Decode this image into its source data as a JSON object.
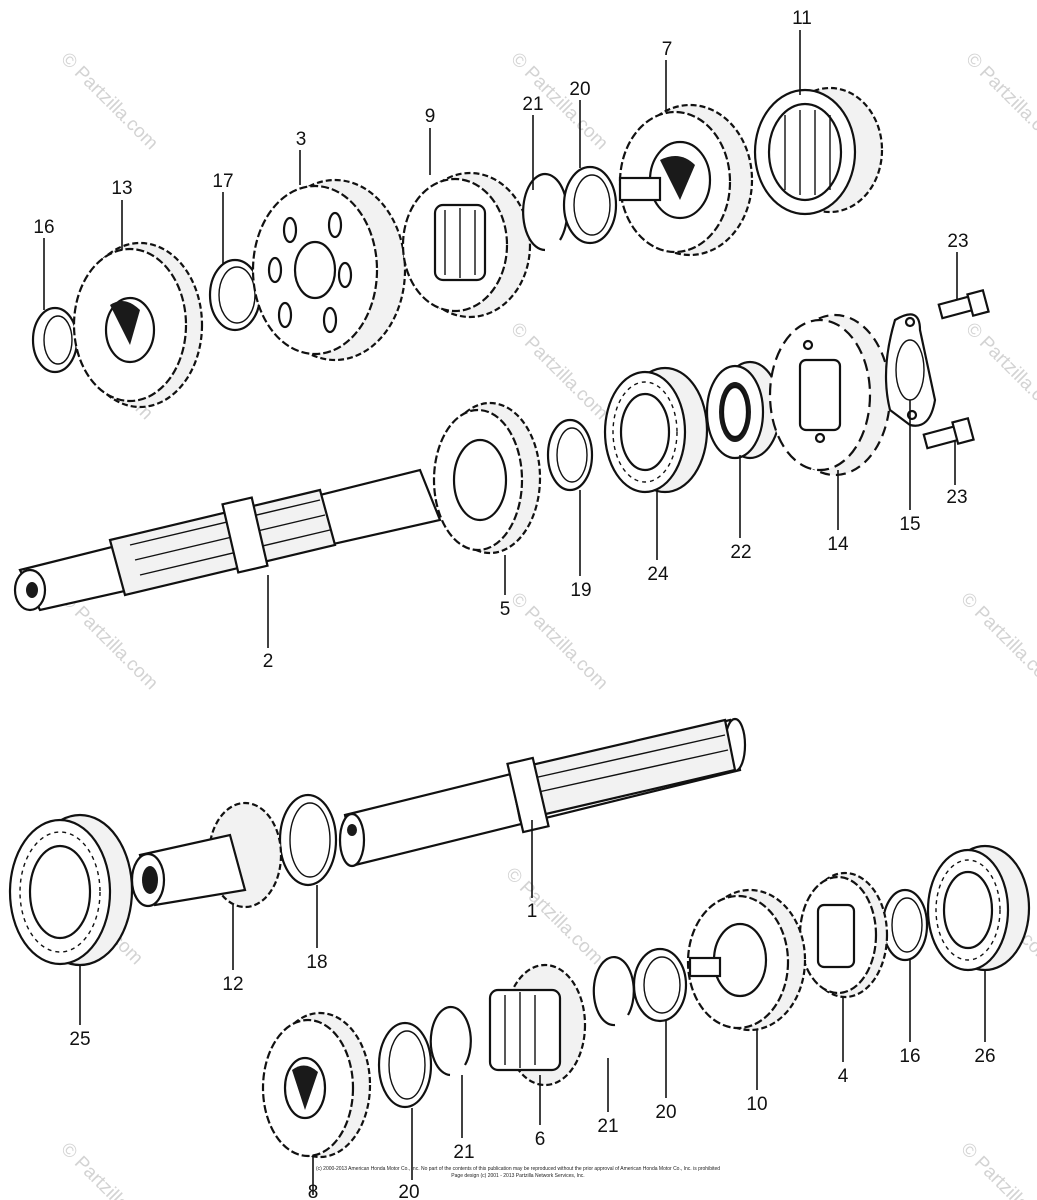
{
  "callouts": [
    {
      "n": "11"
    },
    {
      "n": "7"
    },
    {
      "n": "20"
    },
    {
      "n": "21"
    },
    {
      "n": "9"
    },
    {
      "n": "3"
    },
    {
      "n": "17"
    },
    {
      "n": "13"
    },
    {
      "n": "16"
    },
    {
      "n": "23"
    },
    {
      "n": "23"
    },
    {
      "n": "15"
    },
    {
      "n": "14"
    },
    {
      "n": "22"
    },
    {
      "n": "24"
    },
    {
      "n": "19"
    },
    {
      "n": "5"
    },
    {
      "n": "2"
    },
    {
      "n": "1"
    },
    {
      "n": "18"
    },
    {
      "n": "12"
    },
    {
      "n": "25"
    },
    {
      "n": "26"
    },
    {
      "n": "16"
    },
    {
      "n": "4"
    },
    {
      "n": "10"
    },
    {
      "n": "20"
    },
    {
      "n": "21"
    },
    {
      "n": "6"
    },
    {
      "n": "21"
    },
    {
      "n": "20"
    },
    {
      "n": "8"
    }
  ],
  "watermark": "© Partzilla.com",
  "copyright": {
    "line1": "(c) 2000-2013 American Honda Motor Co., Inc. No part of the contents of this publication may be reproduced without the prior approval of American Honda Motor Co., Inc. is prohibited",
    "line2": "Page design (c) 2001 - 2013 Partzilla Network Services, Inc."
  }
}
